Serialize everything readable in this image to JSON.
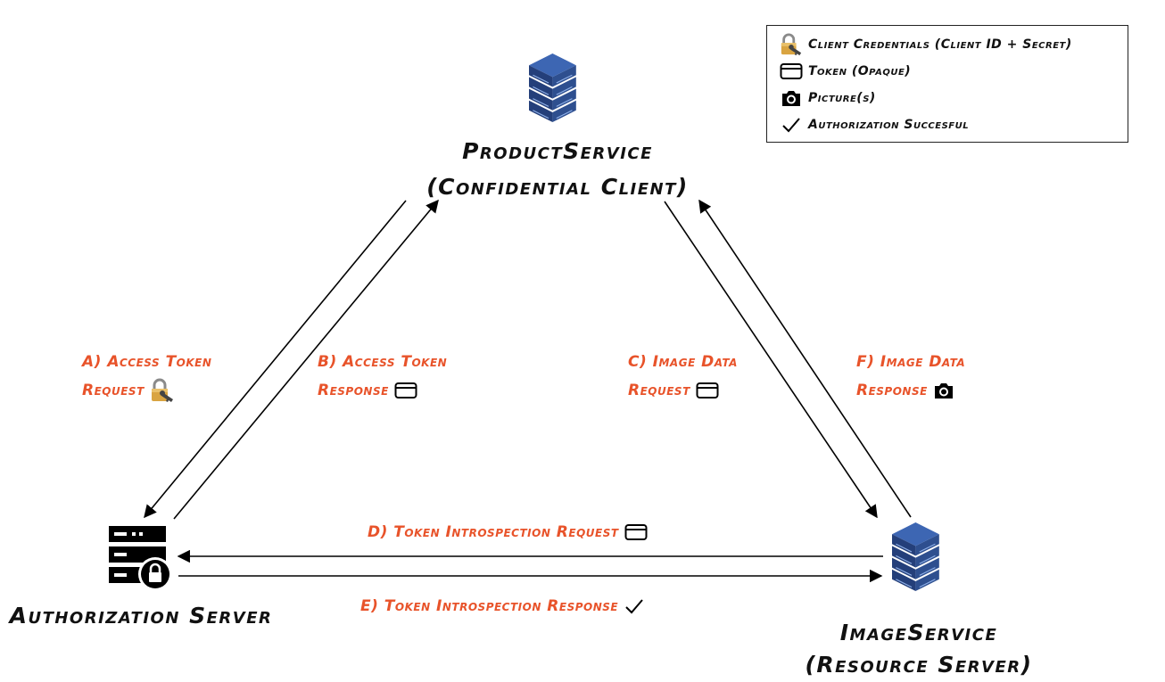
{
  "nodes": {
    "product_service": {
      "name": "ProductService",
      "role": "(Confidential Client)",
      "icon": "server-stack-icon"
    },
    "authorization_server": {
      "name": "Authorization Server",
      "icon": "auth-server-lock-icon"
    },
    "image_service": {
      "name": "ImageService",
      "role": "(Resource Server)",
      "icon": "server-stack-icon"
    }
  },
  "flows": {
    "a": {
      "line1": "A) Access Token",
      "line2": "Request",
      "icon": "padlock-key-icon"
    },
    "b": {
      "line1": "B) Access Token",
      "line2": "Response",
      "icon": "credit-card-icon"
    },
    "c": {
      "line1": "C) Image Data",
      "line2": "Request",
      "icon": "credit-card-icon"
    },
    "f": {
      "line1": "F) Image Data",
      "line2": "Response",
      "icon": "camera-icon"
    },
    "d": {
      "label": "D) Token Introspection Request",
      "icon": "credit-card-icon"
    },
    "e": {
      "label": "E) Token Introspection Response",
      "icon": "checkmark-icon"
    }
  },
  "legend": [
    {
      "icon": "padlock-key-icon",
      "label": "Client Credentials (Client ID + Secret)"
    },
    {
      "icon": "credit-card-icon",
      "label": "Token (Opaque)"
    },
    {
      "icon": "camera-icon",
      "label": "Picture(s)"
    },
    {
      "icon": "checkmark-icon",
      "label": "Authorization Succesful"
    }
  ],
  "colors": {
    "flow_label": "#e8532a",
    "server_blue": "#2e4f8f",
    "ink": "#111111"
  }
}
